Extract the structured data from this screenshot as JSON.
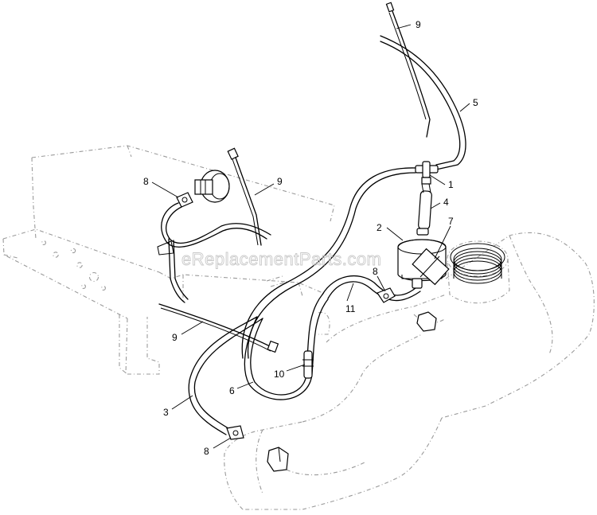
{
  "watermark": "eReplacementParts.com",
  "callouts": {
    "c1": "1",
    "c2": "2",
    "c3": "3",
    "c4": "4",
    "c5": "5",
    "c6": "6",
    "c7": "7",
    "c8a": "8",
    "c8b": "8",
    "c8c": "8",
    "c9a": "9",
    "c9b": "9",
    "c9c": "9",
    "c10": "10",
    "c11": "11"
  }
}
